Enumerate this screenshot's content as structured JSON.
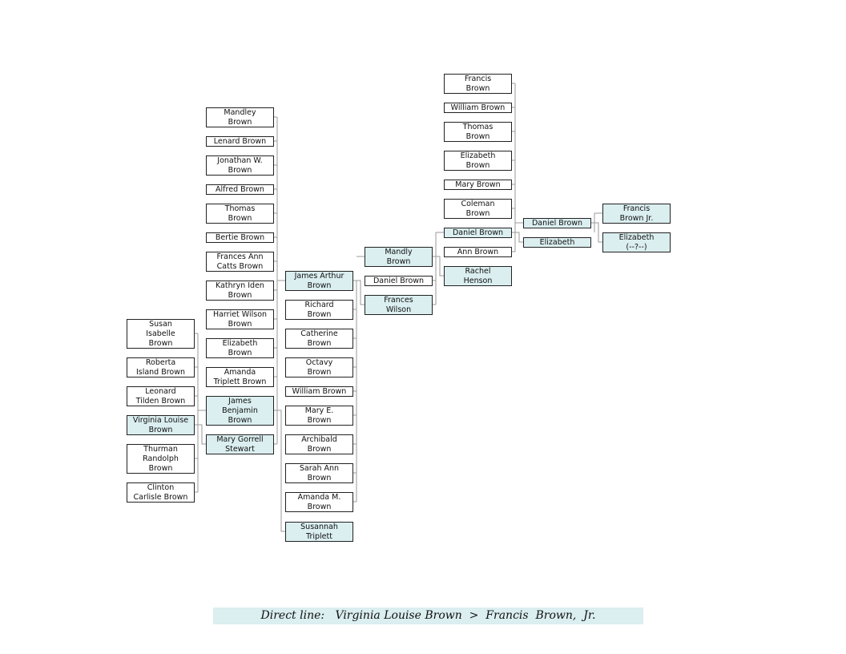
{
  "people": {
    "susan_isabelle_brown": "Susan\nIsabelle\nBrown",
    "roberta_island_brown": "Roberta\nIsland Brown",
    "leonard_tilden_brown": "Leonard\nTilden Brown",
    "virginia_louise_brown": "Virginia Louise\nBrown",
    "thurman_randolph_brown": "Thurman\nRandolph\nBrown",
    "clinton_carlisle_brown": "Clinton\nCarlisle Brown",
    "mandley_brown": "Mandley\nBrown",
    "lenard_brown": "Lenard Brown",
    "jonathan_w_brown": "Jonathan W.\nBrown",
    "alfred_brown": "Alfred Brown",
    "thomas_brown_1": "Thomas\nBrown",
    "bertie_brown": "Bertie Brown",
    "frances_ann_catts_brown": "Frances Ann\nCatts Brown",
    "kathryn_iden_brown": "Kathryn Iden\nBrown",
    "harriet_wilson_brown": "Harriet Wilson\nBrown",
    "elizabeth_brown_1": "Elizabeth\nBrown",
    "amanda_triplett_brown": "Amanda\nTriplett Brown",
    "james_benjamin_brown": "James\nBenjamin\nBrown",
    "mary_gorrell_stewart": "Mary Gorrell\nStewart",
    "james_arthur_brown": "James Arthur\nBrown",
    "richard_brown": "Richard\nBrown",
    "catherine_brown": "Catherine\nBrown",
    "octavy_brown": "Octavy\nBrown",
    "william_brown_1": "William Brown",
    "mary_e_brown": "Mary E.\nBrown",
    "archibald_brown": "Archibald\nBrown",
    "sarah_ann_brown": "Sarah Ann\nBrown",
    "amanda_m_brown": "Amanda M.\nBrown",
    "susannah_triplett": "Susannah\nTriplett",
    "mandly_brown": "Mandly\nBrown",
    "daniel_brown_1": "Daniel Brown",
    "frances_wilson": "Frances\nWilson",
    "francis_brown": "Francis\nBrown",
    "william_brown_2": "William Brown",
    "thomas_brown_2": "Thomas\nBrown",
    "elizabeth_brown_2": "Elizabeth\nBrown",
    "mary_brown": "Mary Brown",
    "coleman_brown": "Coleman\nBrown",
    "daniel_brown_2": "Daniel Brown",
    "ann_brown": "Ann Brown",
    "rachel_henson": "Rachel\nHenson",
    "daniel_brown_3": "Daniel Brown",
    "elizabeth_3": "Elizabeth",
    "francis_brown_jr": "Francis\nBrown Jr.",
    "elizabeth_unknown": "Elizabeth\n(--?--)"
  },
  "caption": "Direct line:   Virginia Louise Brown  >  Francis  Brown,  Jr.",
  "colors": {
    "direct_line_fill": "#dbeef0",
    "border": "#222222",
    "connector": "#9a9a9a"
  }
}
